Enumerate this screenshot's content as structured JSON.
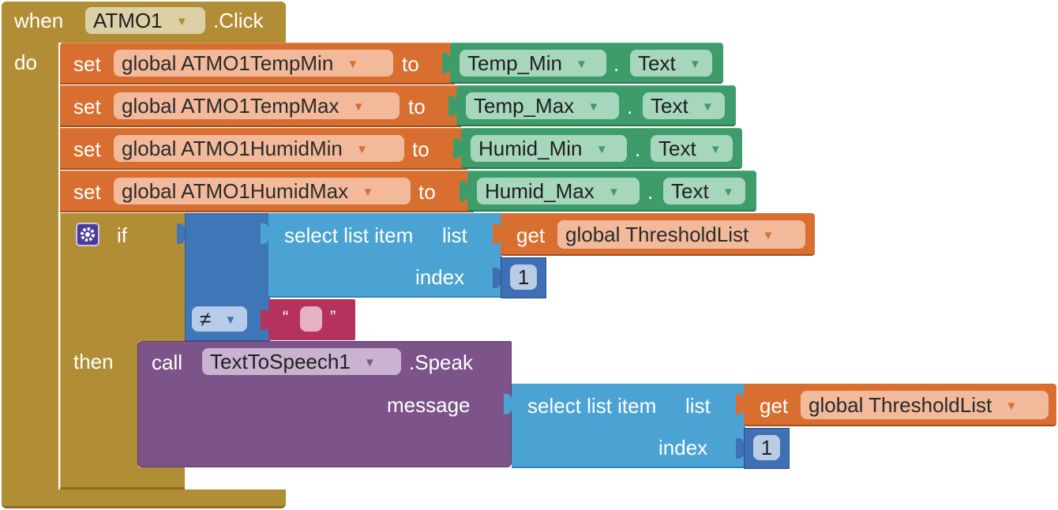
{
  "event": {
    "when_label": "when",
    "component": "ATMO1",
    "event_name": ".Click",
    "do_label": "do"
  },
  "set_blocks": [
    {
      "set_label": "set",
      "variable": "global ATMO1TempMin",
      "to_label": "to",
      "component": "Temp_Min",
      "dot": ".",
      "property": "Text"
    },
    {
      "set_label": "set",
      "variable": "global ATMO1TempMax",
      "to_label": "to",
      "component": "Temp_Max",
      "dot": ".",
      "property": "Text"
    },
    {
      "set_label": "set",
      "variable": "global ATMO1HumidMin",
      "to_label": "to",
      "component": "Humid_Min",
      "dot": ".",
      "property": "Text"
    },
    {
      "set_label": "set",
      "variable": "global ATMO1HumidMax",
      "to_label": "to",
      "component": "Humid_Max",
      "dot": ".",
      "property": "Text"
    }
  ],
  "if_block": {
    "if_label": "if",
    "then_label": "then",
    "mutator_icon": "gear-icon",
    "compare_operator": "≠",
    "select1": {
      "label": "select list item",
      "list_label": "list",
      "index_label": "index",
      "get_label": "get",
      "variable": "global ThresholdList",
      "index_value": "1"
    },
    "text_open": "“",
    "text_close": "”"
  },
  "call_block": {
    "call_label": "call",
    "component": "TextToSpeech1",
    "method": ".Speak",
    "message_label": "message",
    "select2": {
      "label": "select list item",
      "list_label": "list",
      "index_label": "index",
      "get_label": "get",
      "variable": "global ThresholdList",
      "index_value": "1"
    }
  },
  "colors": {
    "event": "#b18e35",
    "set": "#d86f30",
    "component": "#3e9c6a",
    "logic": "#3f76b8",
    "lists": "#4ba3d3",
    "text": "#b5325f",
    "procedure": "#7c5489"
  },
  "icons": {
    "dropdown": "▼"
  }
}
